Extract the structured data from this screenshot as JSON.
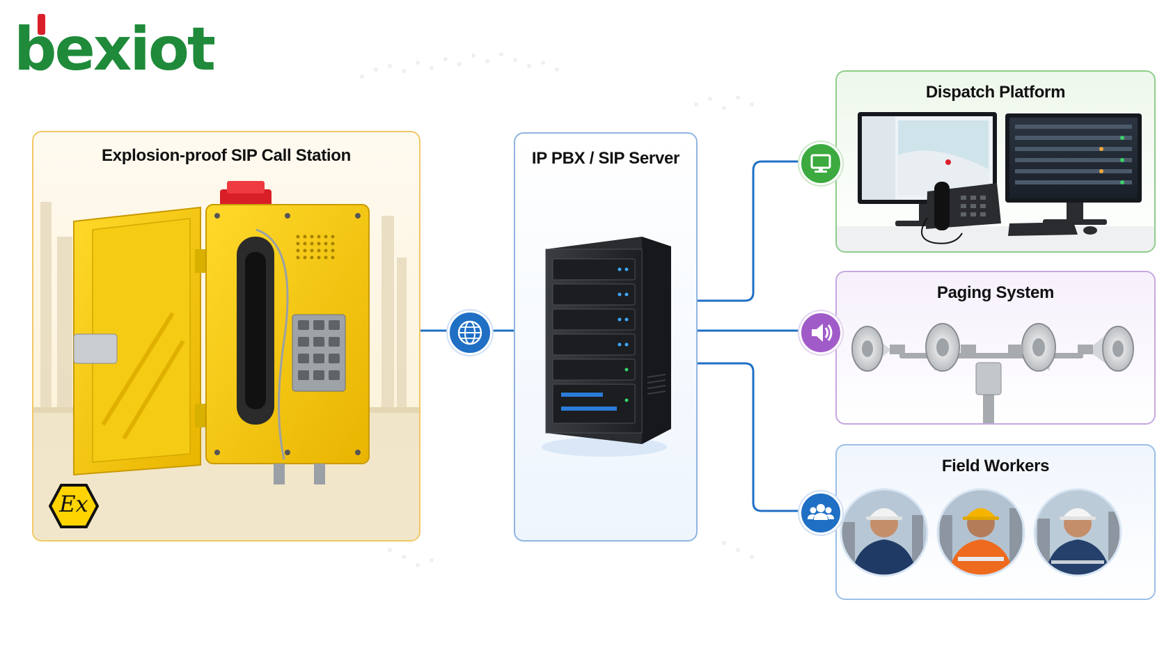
{
  "logo": {
    "text": "bexiot"
  },
  "call_station": {
    "title": "Explosion-proof SIP Call Station",
    "badge": "Ex"
  },
  "server": {
    "title": "IP PBX / SIP Server"
  },
  "dispatch": {
    "title": "Dispatch Platform",
    "icon": "monitor-icon"
  },
  "paging": {
    "title": "Paging System",
    "icon": "speaker-icon"
  },
  "field": {
    "title": "Field Workers",
    "icon": "users-icon"
  },
  "network": {
    "icon": "globe-icon"
  },
  "colors": {
    "brand_green": "#1f8a3a",
    "brand_red": "#d9202a",
    "station_border": "#f2c766",
    "station_fill": "#fdf5dc",
    "server_border": "#8fb4e0",
    "server_fill": "#eef5fd",
    "dispatch_border": "#8fcc8a",
    "dispatch_fill": "#eef8ec",
    "paging_border": "#c6a7df",
    "paging_fill": "#f6f0fb",
    "field_border": "#9bbfe6",
    "field_fill": "#f0f6fd",
    "line_blue": "#1f6fc4",
    "station_yellow": "#f2c80f"
  }
}
